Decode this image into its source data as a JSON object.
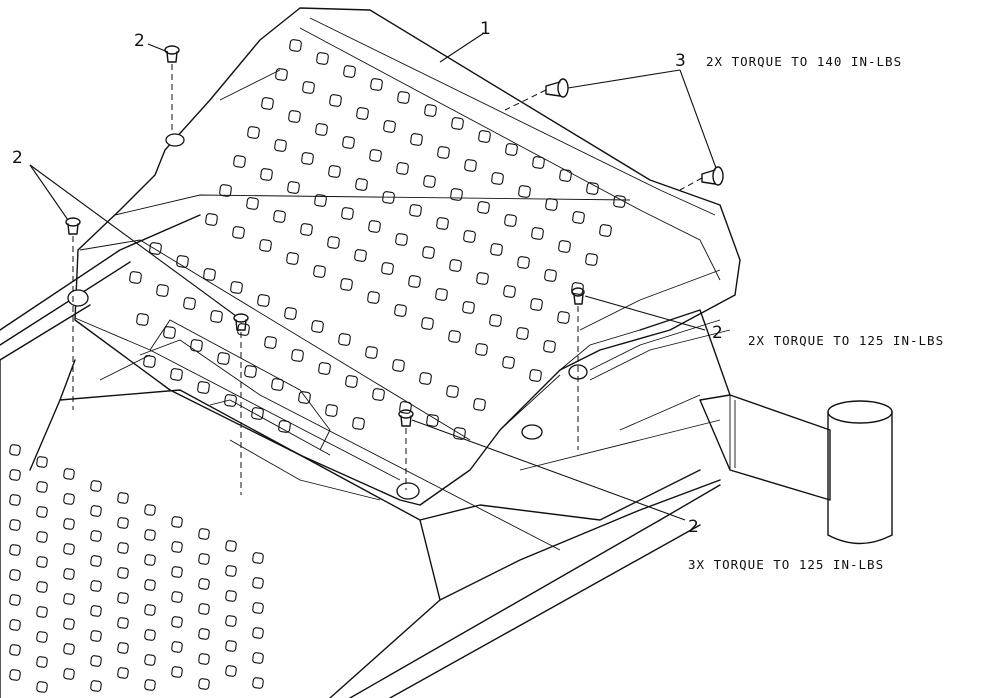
{
  "callouts": {
    "c1": "1",
    "c2a": "2",
    "c2b": "2",
    "c2c": "2",
    "c2d": "2",
    "c3": "3"
  },
  "notes": {
    "torque_140": "2X TORQUE TO 140 IN-LBS",
    "torque_125_2x": "2X TORQUE TO 125 IN-LBS",
    "torque_125_3x": "3X TORQUE TO 125 IN-LBS"
  }
}
